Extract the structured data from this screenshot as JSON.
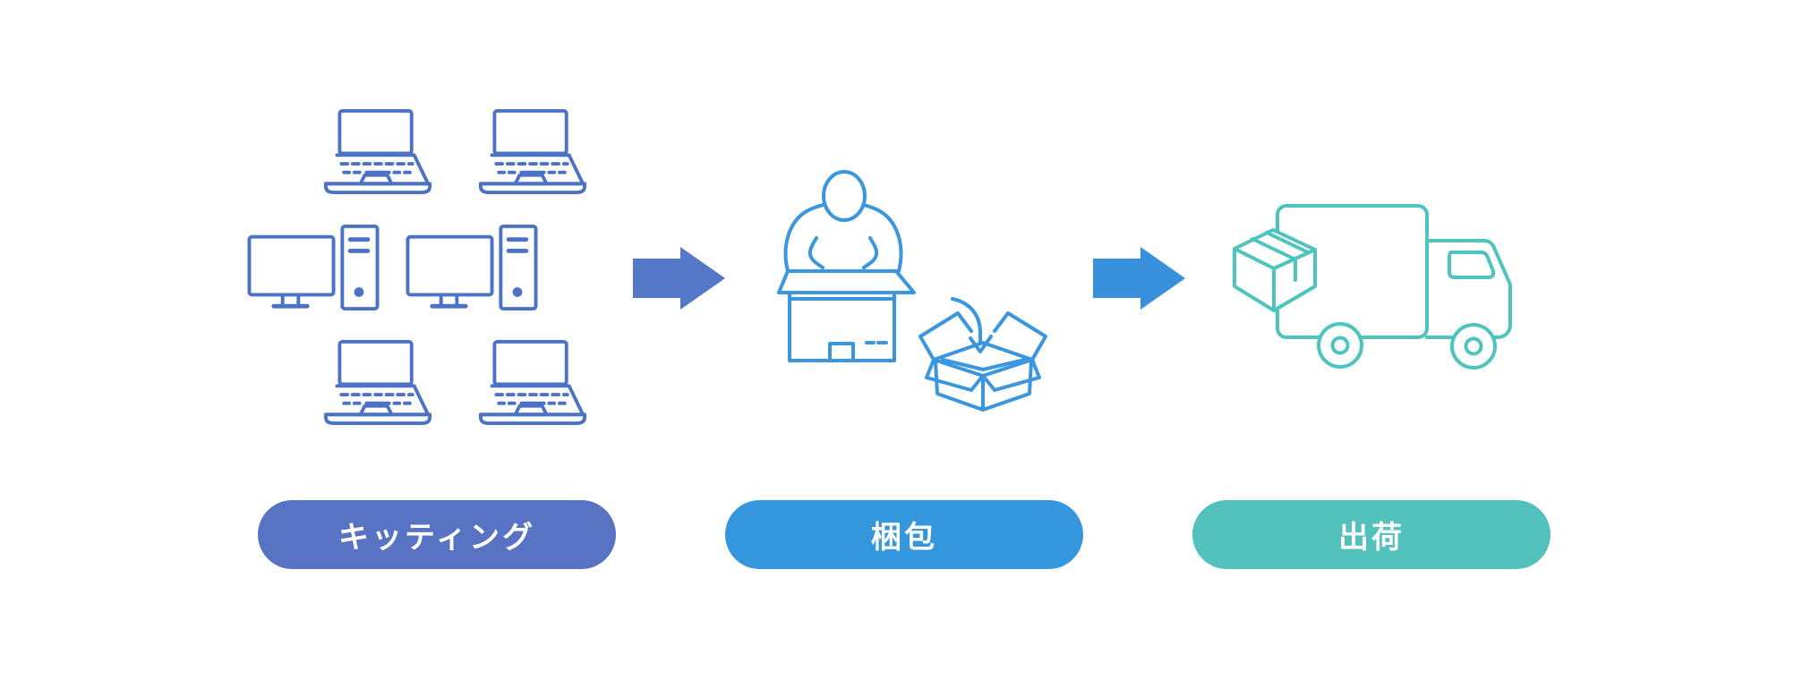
{
  "diagram": {
    "title_implied": "PC kitting to shipping process flow",
    "background_color": "#ffffff",
    "steps": [
      {
        "id": "kitting",
        "label": "キッティング",
        "pill_color": "#5873c4",
        "icon_color": "#4c72c6",
        "icons": [
          "laptop",
          "laptop",
          "desktop-pc",
          "desktop-pc",
          "laptop",
          "laptop"
        ]
      },
      {
        "id": "packing",
        "label": "梱包",
        "pill_color": "#3496dd",
        "icon_color": "#3a96de",
        "icons": [
          "person-packing-box",
          "open-box-with-arrow"
        ]
      },
      {
        "id": "shipping",
        "label": "出荷",
        "pill_color": "#52c1bc",
        "icon_color": "#4ec4be",
        "icons": [
          "delivery-truck-with-package"
        ]
      }
    ],
    "arrows": [
      {
        "from": "kitting",
        "to": "packing",
        "color": "#5577c8"
      },
      {
        "from": "packing",
        "to": "shipping",
        "color": "#3990dc"
      }
    ]
  }
}
